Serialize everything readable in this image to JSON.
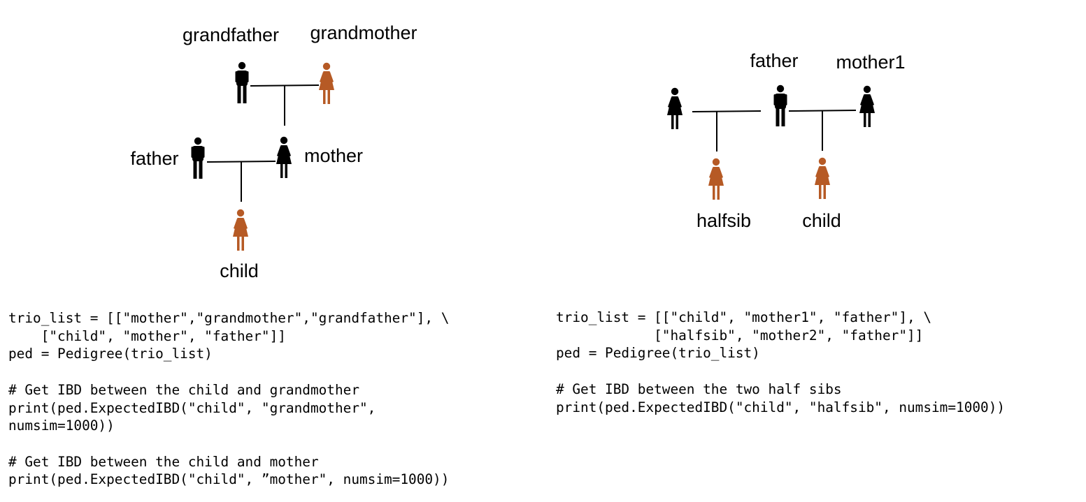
{
  "colors": {
    "unaffected": "#000000",
    "highlighted": "#B65A25"
  },
  "left_pedigree": {
    "labels": {
      "grandfather": "grandfather",
      "grandmother": "grandmother",
      "father": "father",
      "mother": "mother",
      "child": "child"
    },
    "code": "trio_list = [[\"mother\",\"grandmother\",\"grandfather\"], \\\n    [\"child\", \"mother\", \"father\"]]\nped = Pedigree(trio_list)\n\n# Get IBD between the child and grandmother\nprint(ped.ExpectedIBD(\"child\", \"grandmother\",\nnumsim=1000))\n\n# Get IBD between the child and mother\nprint(ped.ExpectedIBD(\"child\", ”mother\", numsim=1000))"
  },
  "right_pedigree": {
    "labels": {
      "father": "father",
      "mother1": "mother1",
      "halfsib": "halfsib",
      "child": "child"
    },
    "code": "trio_list = [[\"child\", \"mother1\", \"father\"], \\\n            [\"halfsib\", \"mother2\", \"father\"]]\nped = Pedigree(trio_list)\n\n# Get IBD between the two half sibs\nprint(ped.ExpectedIBD(\"child\", \"halfsib\", numsim=1000))"
  }
}
